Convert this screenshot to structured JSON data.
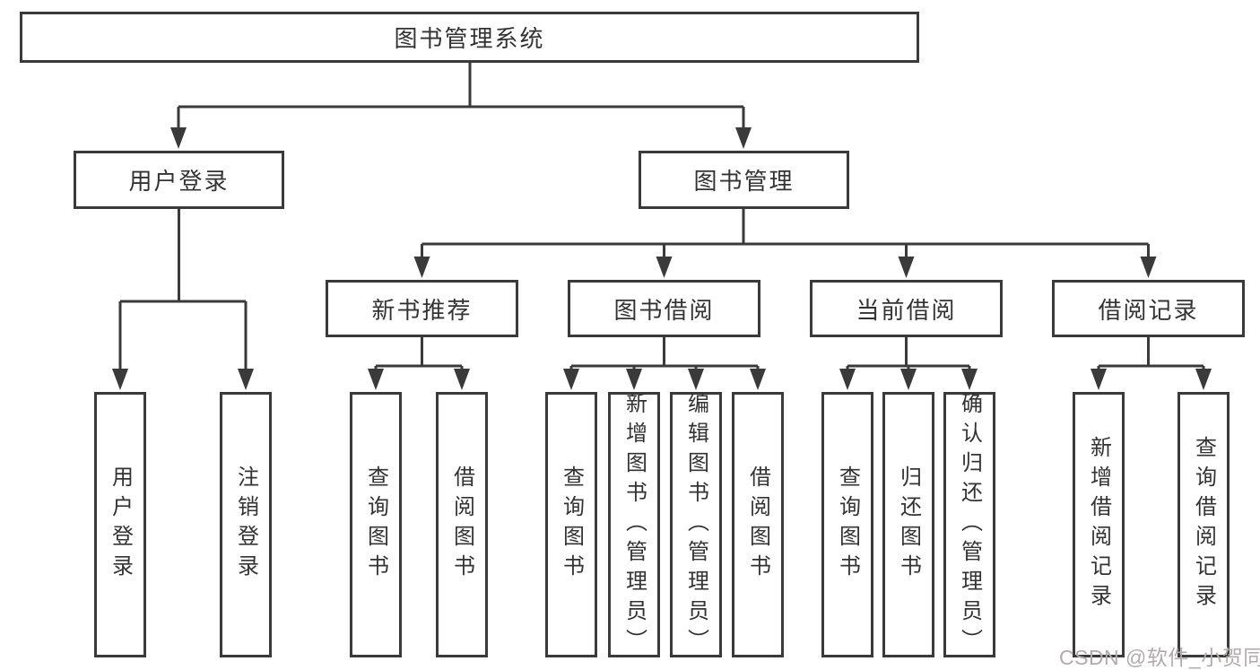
{
  "tree": {
    "label": "图书管理系统",
    "children": [
      {
        "label": "用户登录",
        "children": [
          {
            "label": "用户登录"
          },
          {
            "label": "注销登录"
          }
        ]
      },
      {
        "label": "图书管理",
        "children": [
          {
            "label": "新书推荐",
            "children": [
              {
                "label": "查询图书"
              },
              {
                "label": "借阅图书"
              }
            ]
          },
          {
            "label": "图书借阅",
            "children": [
              {
                "label": "查询图书"
              },
              {
                "label": "新增图书（管理员）"
              },
              {
                "label": "编辑图书（管理员）"
              },
              {
                "label": "借阅图书"
              }
            ]
          },
          {
            "label": "当前借阅",
            "children": [
              {
                "label": "查询图书"
              },
              {
                "label": "归还图书"
              },
              {
                "label": "确认归还（管理员）"
              }
            ]
          },
          {
            "label": "借阅记录",
            "children": [
              {
                "label": "新增借阅记录"
              },
              {
                "label": "查询借阅记录"
              }
            ]
          }
        ]
      }
    ]
  },
  "watermark": {
    "text": "CSDN @软件_小贺同学"
  },
  "colors": {
    "line_color": "#3a3a3a",
    "box_border": "#3a3a3a",
    "text_color": "#333333",
    "background": "#ffffff",
    "watermark_color": "#b3abab"
  }
}
